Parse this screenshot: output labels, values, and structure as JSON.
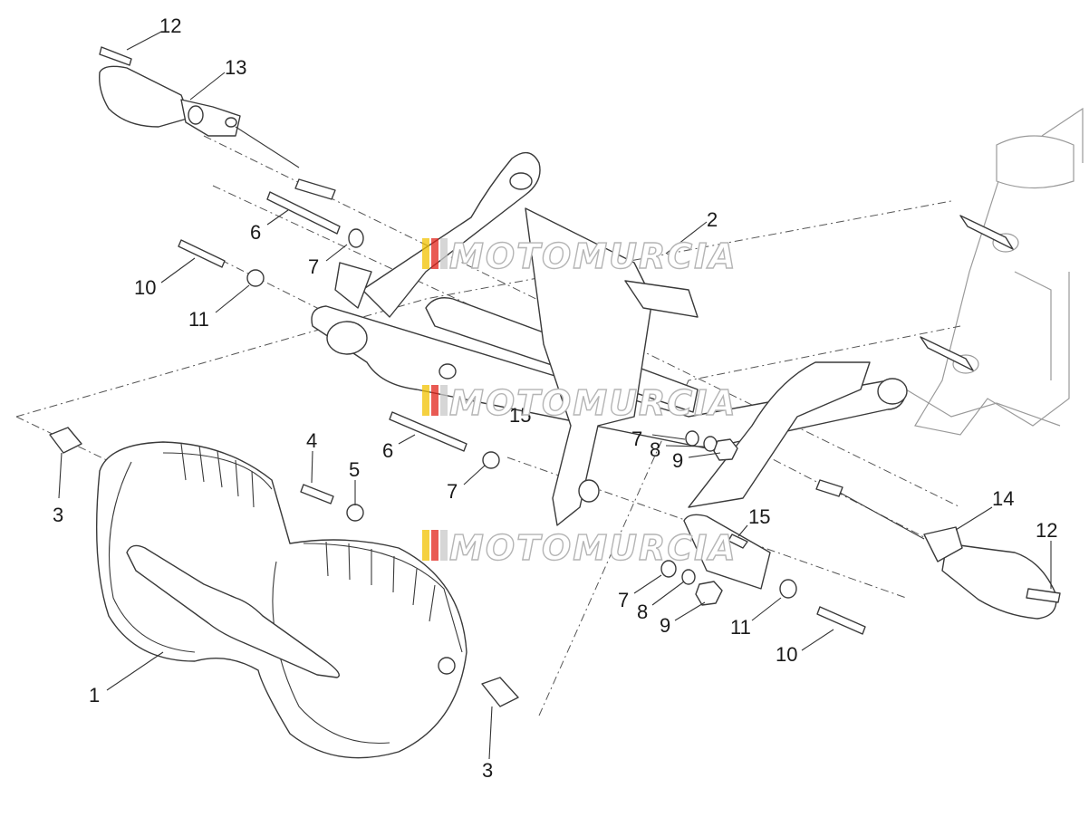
{
  "callouts": {
    "c1": "1",
    "c2": "2",
    "c3a": "3",
    "c3b": "3",
    "c4": "4",
    "c5": "5",
    "c6a": "6",
    "c6b": "6",
    "c7a": "7",
    "c7b": "7",
    "c7c": "7",
    "c7d": "7",
    "c8a": "8",
    "c8b": "8",
    "c9a": "9",
    "c9b": "9",
    "c10a": "10",
    "c10b": "10",
    "c11a": "11",
    "c11b": "11",
    "c12a": "12",
    "c12b": "12",
    "c13": "13",
    "c14": "14",
    "c15": "15",
    "c15b": "15"
  },
  "watermark": {
    "text": "MOTOMURCIA",
    "colors": [
      "#f2c200",
      "#e2231a",
      "#c8c8c8"
    ]
  }
}
